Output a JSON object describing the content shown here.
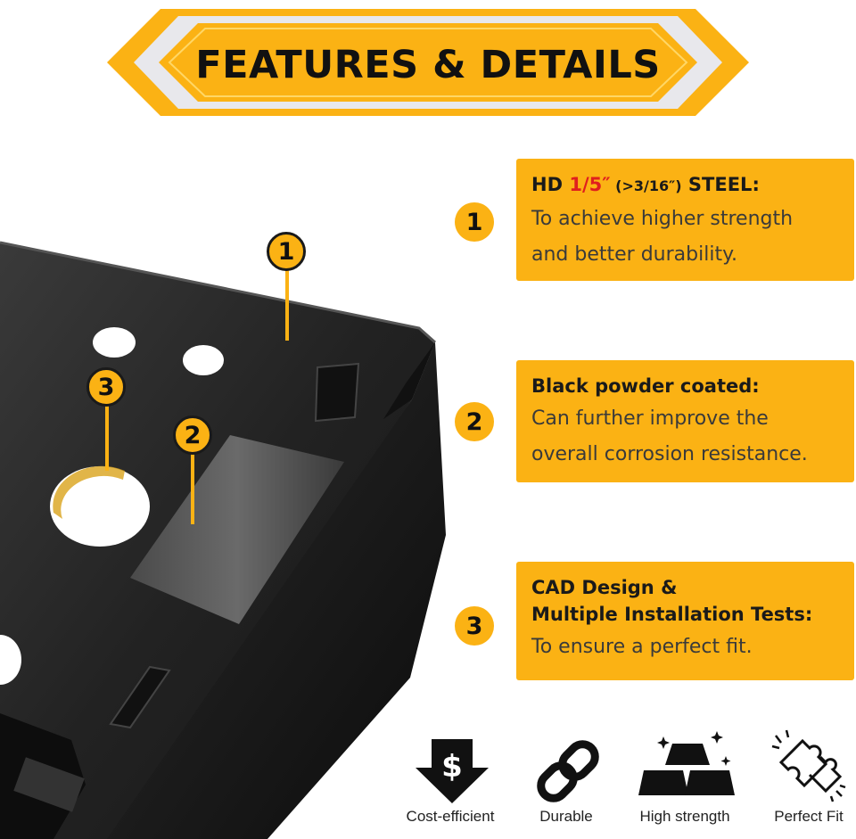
{
  "banner": {
    "title": "FEATURES & DETAILS"
  },
  "features": [
    {
      "number": "1",
      "title_prefix": "HD ",
      "title_highlight": "1/5″",
      "title_small": " (>3/16″)",
      "title_suffix": " STEEL:",
      "line1": "To achieve higher strength",
      "line2": "and better durability."
    },
    {
      "number": "2",
      "title": "Black powder coated:",
      "line1": "Can further improve the",
      "line2": "overall corrosion resistance."
    },
    {
      "number": "3",
      "title_line1": "CAD Design &",
      "title_line2": "Multiple Installation Tests:",
      "line1": "To ensure a perfect fit."
    }
  ],
  "callouts": [
    "1",
    "2",
    "3"
  ],
  "icons": [
    {
      "label": "Cost-efficient",
      "icon": "dollar-down-arrow-icon"
    },
    {
      "label": "Durable",
      "icon": "chain-link-icon"
    },
    {
      "label": "High strength",
      "icon": "stacked-bars-icon"
    },
    {
      "label": "Perfect Fit",
      "icon": "puzzle-piece-icon"
    }
  ],
  "colors": {
    "accent": "#fbb214",
    "highlight_red": "#e01e1e",
    "steel": "#1c1c1c"
  }
}
